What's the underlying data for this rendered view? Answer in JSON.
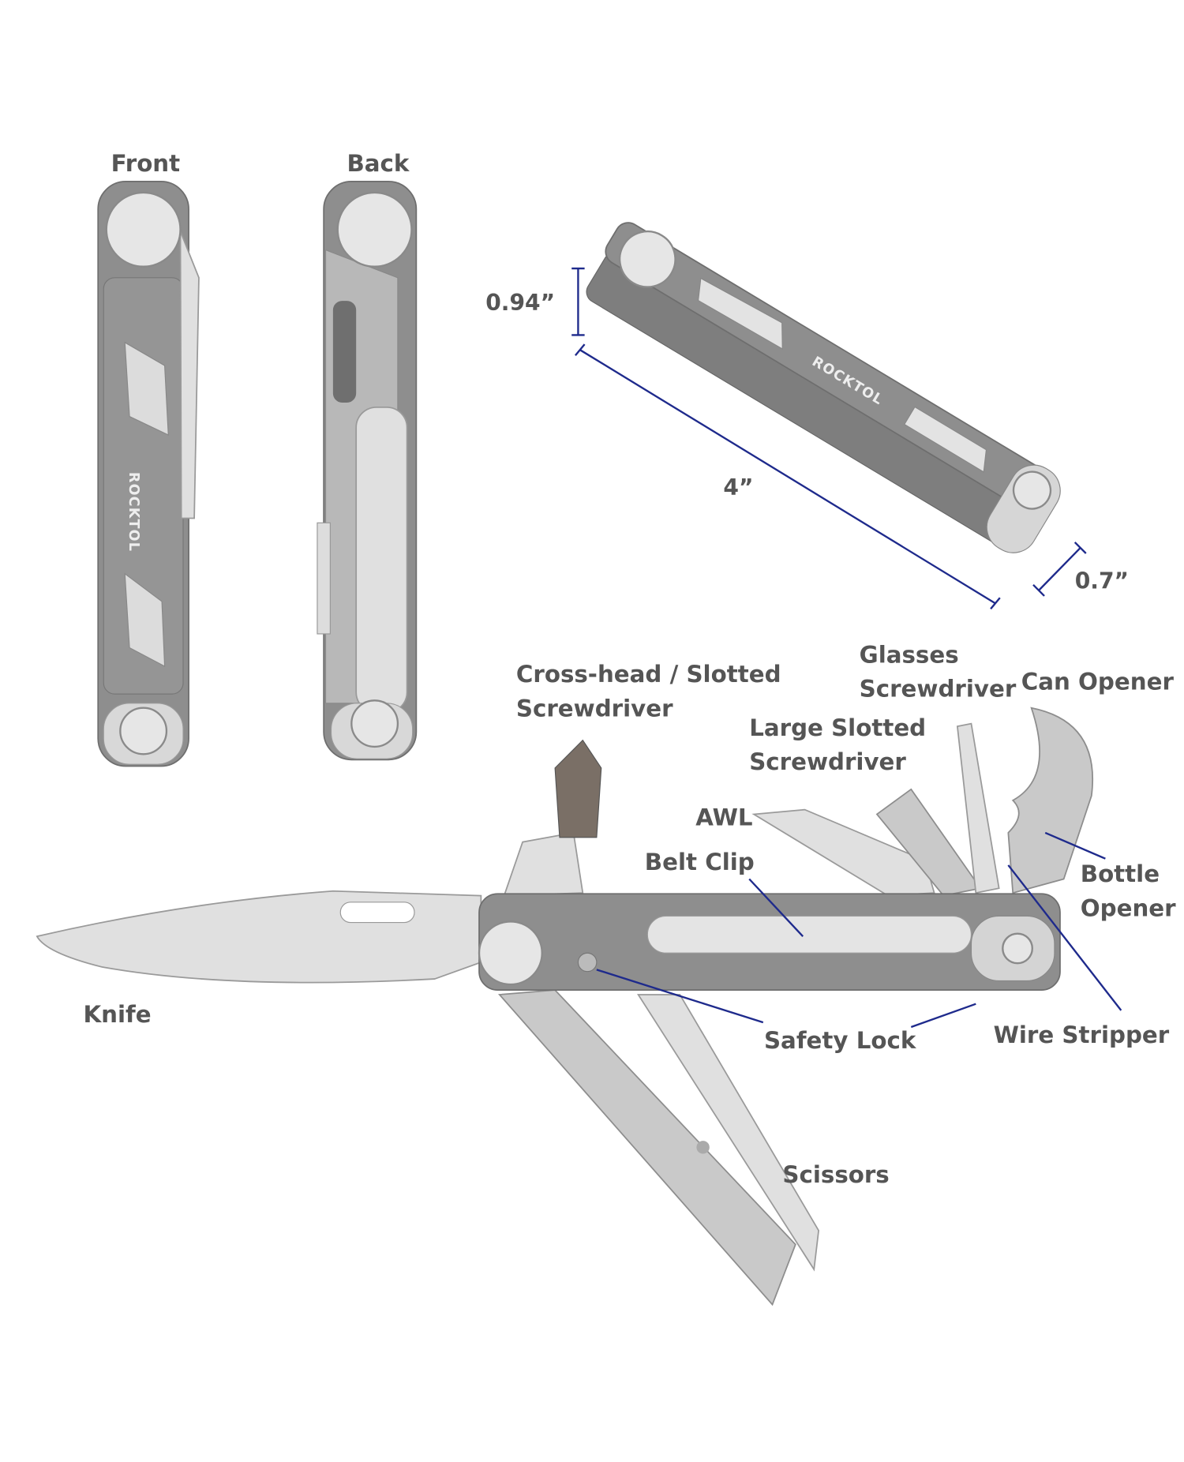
{
  "brand": "ROCKTOL",
  "views": {
    "front": "Front",
    "back": "Back"
  },
  "dimensions": {
    "height": "0.94”",
    "length": "4”",
    "width": "0.7”"
  },
  "labels": {
    "crosshead_1": "Cross-head / Slotted",
    "crosshead_2": "Screwdriver",
    "glasses_1": "Glasses",
    "glasses_2": "Screwdriver",
    "can_opener": "Can Opener",
    "large_slotted_1": "Large Slotted",
    "large_slotted_2": "Screwdriver",
    "awl": "AWL",
    "belt_clip": "Belt Clip",
    "bottle_1": "Bottle",
    "bottle_2": "Opener",
    "knife": "Knife",
    "safety_lock": "Safety Lock",
    "wire_stripper": "Wire Stripper",
    "scissors": "Scissors"
  },
  "colors": {
    "callout": "#1e2a8c",
    "label": "#555555"
  }
}
